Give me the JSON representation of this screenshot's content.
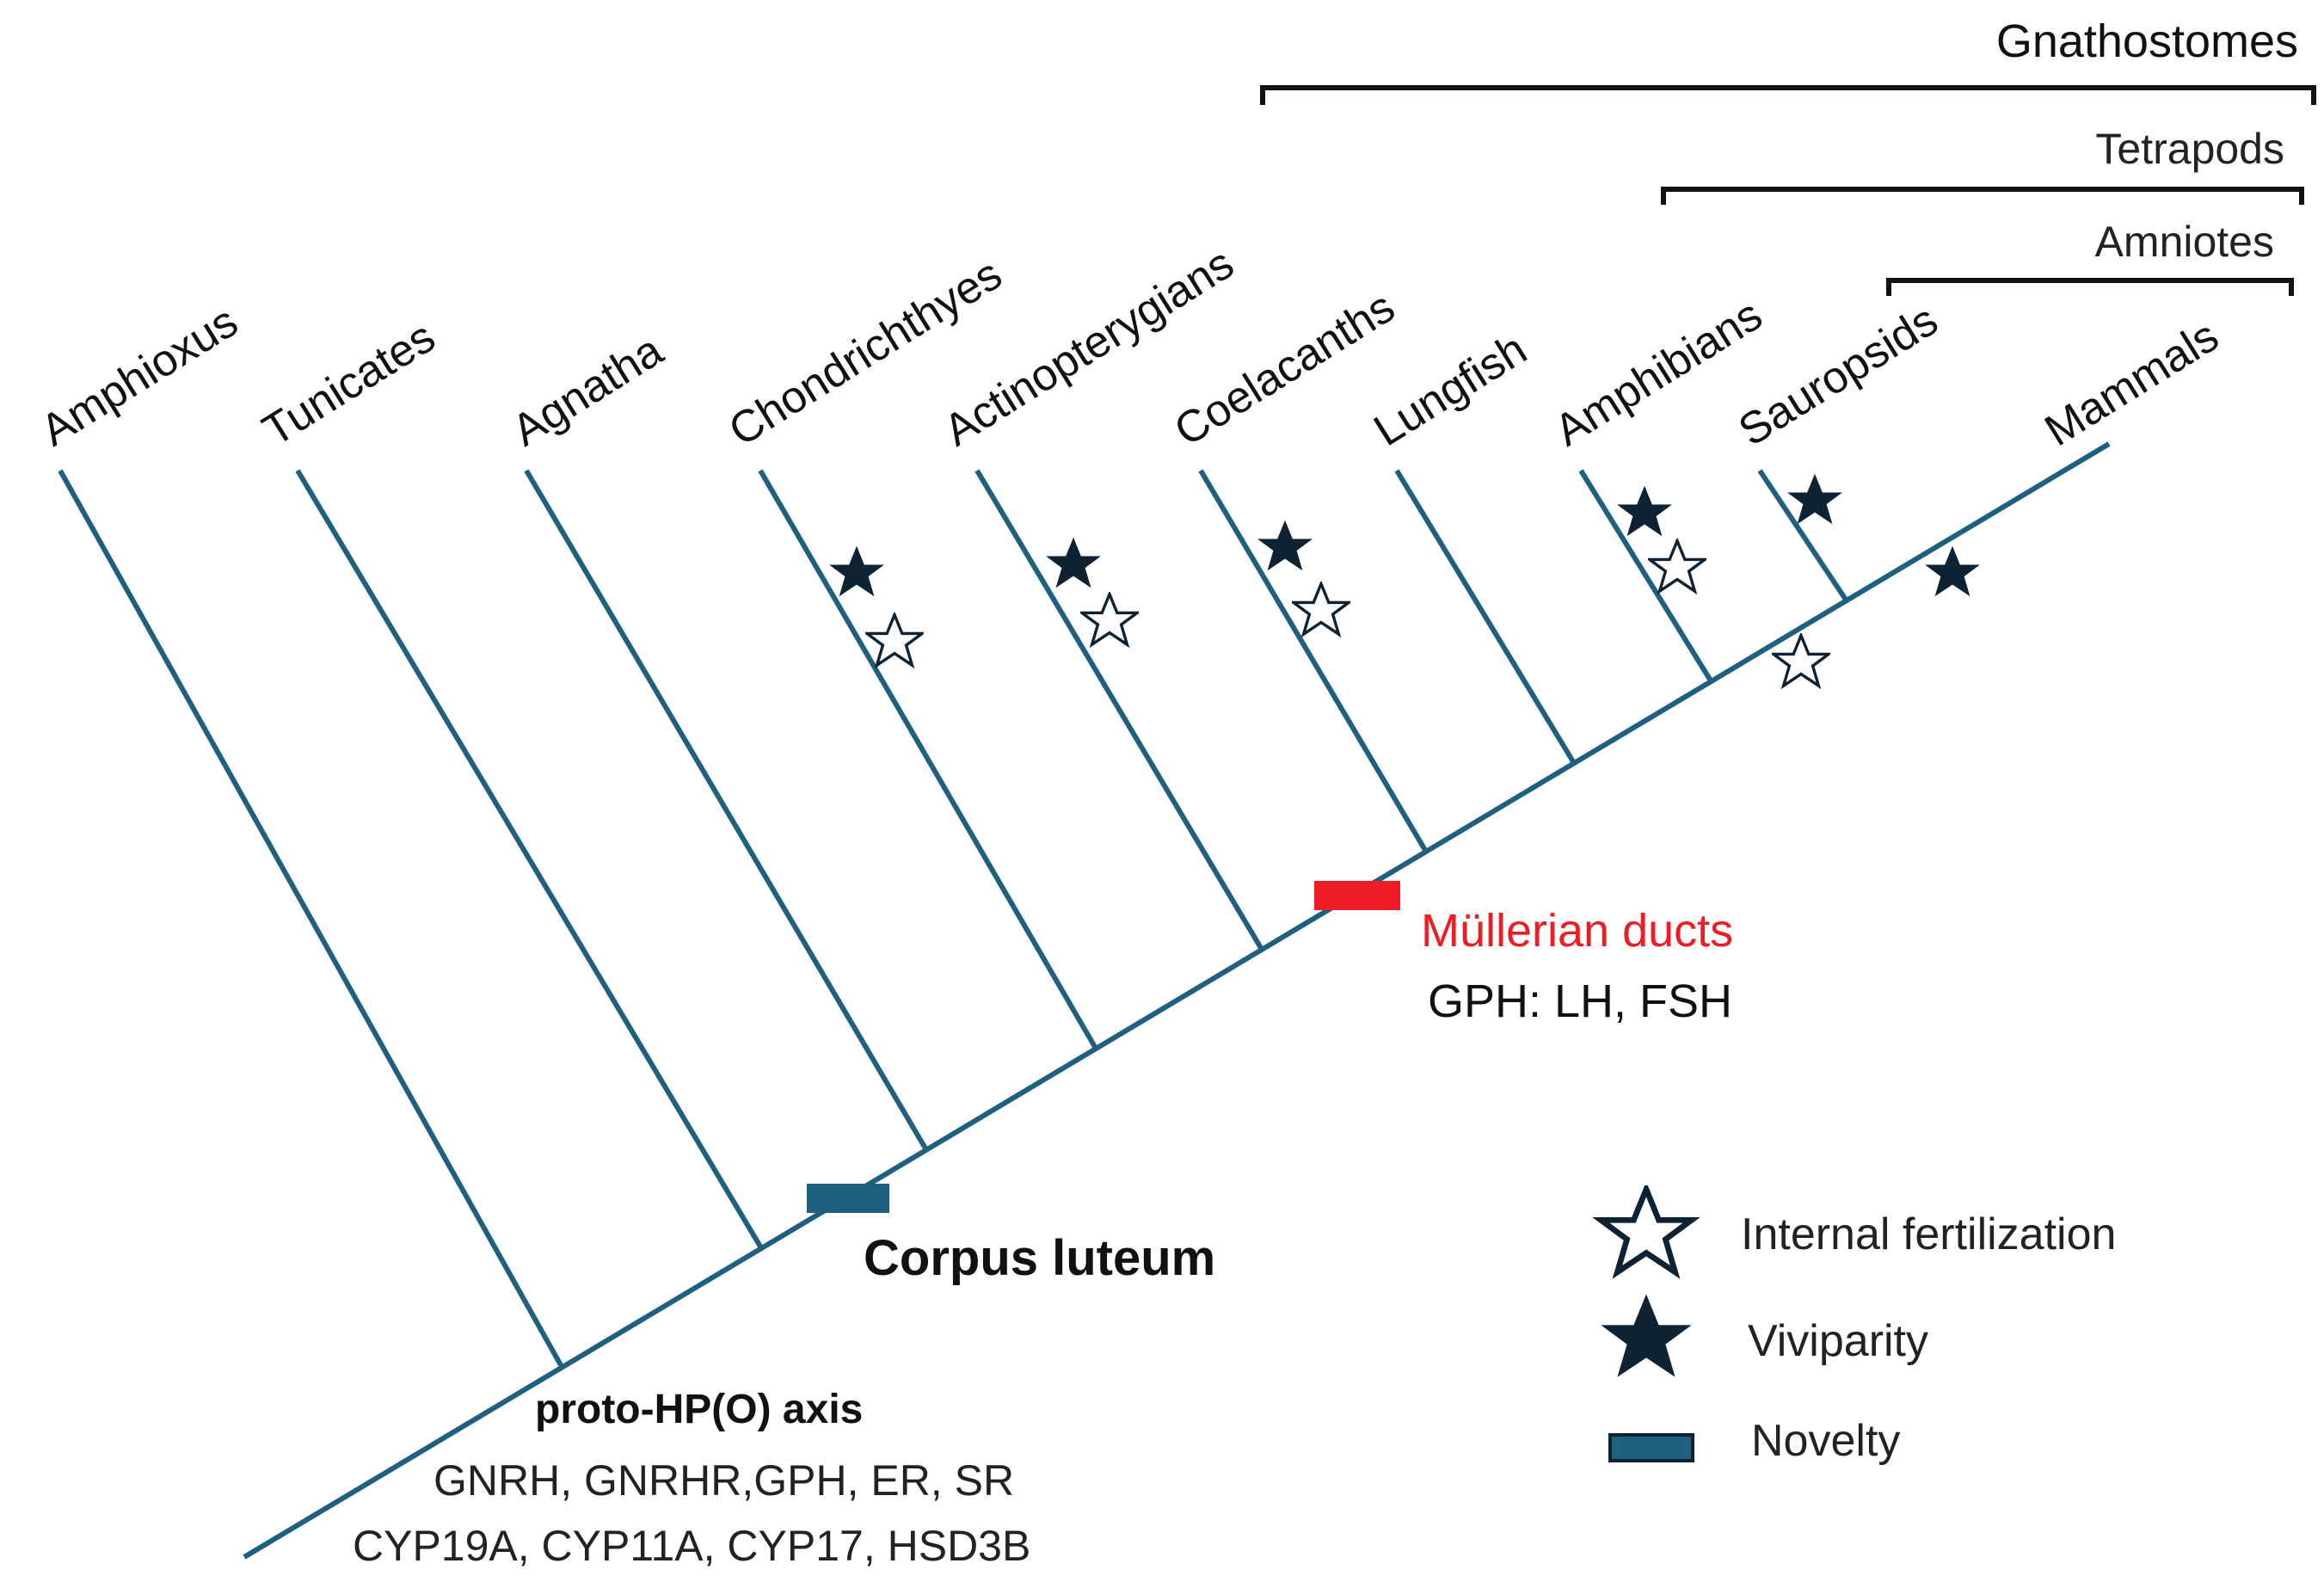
{
  "taxa": [
    "Amphioxus",
    "Tunicates",
    "Agnatha",
    "Chondrichthyes",
    "Actinopterygians",
    "Coelacanths",
    "Lungfish",
    "Amphibians",
    "Sauropsids",
    "Mammals"
  ],
  "groups": {
    "gnathostomes": "Gnathostomes",
    "tetrapods": "Tetrapods",
    "amniotes": "Amniotes"
  },
  "nodes": {
    "proto_axis_title": "proto-HP(O) axis",
    "proto_axis_genes_1": "GNRH, GNRHR,GPH, ER, SR",
    "proto_axis_genes_2": "CYP19A, CYP11A, CYP17, HSD3B",
    "corpus_luteum": "Corpus luteum",
    "mullerian_ducts": "Müllerian ducts",
    "gph": "GPH: LH, FSH"
  },
  "legend": {
    "internal_fertilization": "Internal fertilization",
    "viviparity": "Viviparity",
    "novelty": "Novelty"
  },
  "colors": {
    "tree": "#1f5f80",
    "novelty": "#1f5f80",
    "mullerian": "#ee1c24",
    "star_fill": "#0d2233",
    "star_outline": "#0d2233"
  }
}
